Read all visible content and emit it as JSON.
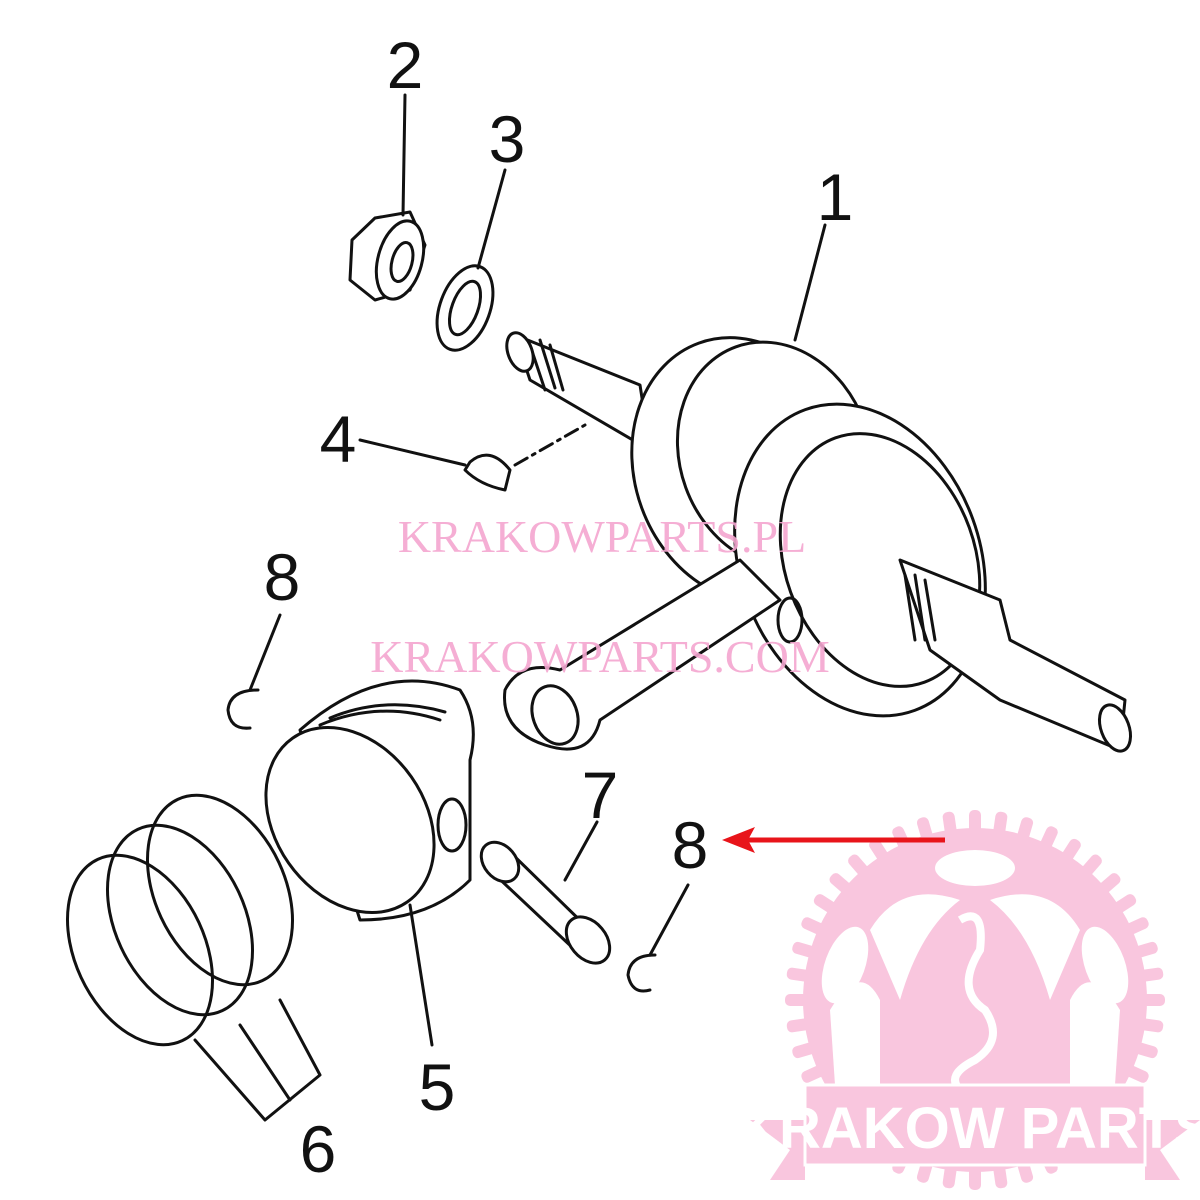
{
  "diagram": {
    "callouts": [
      {
        "id": "1",
        "label": "1",
        "part": "crankshaft"
      },
      {
        "id": "2",
        "label": "2",
        "part": "nut"
      },
      {
        "id": "3",
        "label": "3",
        "part": "washer"
      },
      {
        "id": "4",
        "label": "4",
        "part": "woodruff-key"
      },
      {
        "id": "5",
        "label": "5",
        "part": "piston"
      },
      {
        "id": "6",
        "label": "6",
        "part": "piston-rings"
      },
      {
        "id": "7",
        "label": "7",
        "part": "piston-pin"
      },
      {
        "id": "8a",
        "label": "8",
        "part": "circlip"
      },
      {
        "id": "8b",
        "label": "8",
        "part": "circlip"
      }
    ],
    "highlight_color": "#e8141a"
  },
  "watermarks": {
    "line1": "KRAKOWPARTS.PL",
    "line2": "KRAKOWPARTS.COM"
  },
  "logo": {
    "text": "KRAKOW PARTS",
    "color": "#f9c6de"
  }
}
